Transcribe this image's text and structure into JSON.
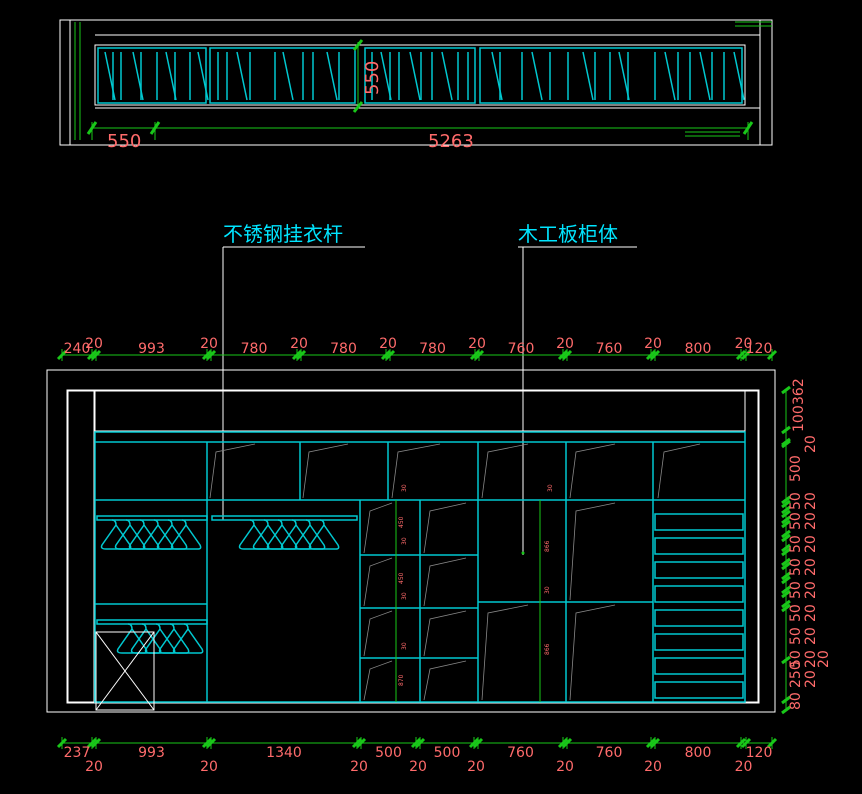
{
  "plan": {
    "dims": {
      "left": "550",
      "main": "5263",
      "depth": "550"
    }
  },
  "callouts": [
    {
      "text": "不锈钢挂衣杆"
    },
    {
      "text": "木工板柜体"
    }
  ],
  "top_dims": [
    "240",
    "20",
    "993",
    "20",
    "780",
    "20",
    "780",
    "20",
    "780",
    "20",
    "760",
    "20",
    "760",
    "20",
    "800",
    "20",
    "120"
  ],
  "bottom_dims": [
    "237",
    "20",
    "993",
    "20",
    "1340",
    "20",
    "500",
    "20",
    "500",
    "20",
    "760",
    "20",
    "760",
    "20",
    "800",
    "20",
    "120"
  ],
  "right_dims": [
    "362",
    "100",
    "20",
    "500",
    "20",
    "50",
    "20",
    "50",
    "20",
    "50",
    "20",
    "50",
    "20",
    "50",
    "20",
    "50",
    "20",
    "50",
    "20",
    "50",
    "20",
    "250",
    "20",
    "80"
  ],
  "small_marks": [
    "30",
    "450",
    "30",
    "450",
    "30",
    "30",
    "870",
    "30",
    "866",
    "30",
    "866"
  ],
  "colors": {
    "dimension": "#ff6b6b",
    "cabinet": "#00c8d0",
    "dimline": "#19c719",
    "label": "#00e5ff"
  }
}
